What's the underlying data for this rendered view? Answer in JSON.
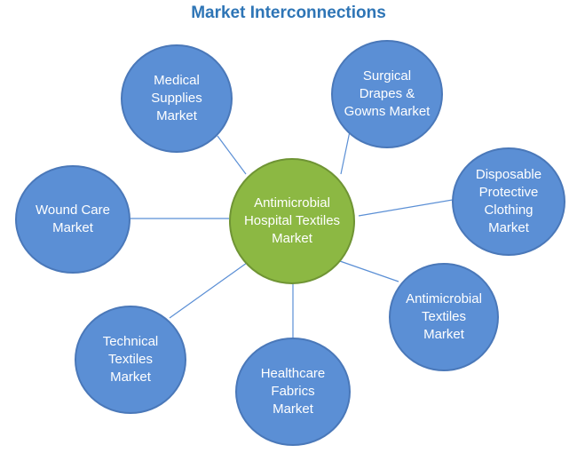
{
  "title": "Market Interconnections",
  "center": {
    "label": "Antimicrobial Hospital Textiles Market"
  },
  "nodes": [
    {
      "label": "Medical Supplies Market"
    },
    {
      "label": "Surgical Drapes & Gowns Market"
    },
    {
      "label": "Disposable Protective Clothing Market"
    },
    {
      "label": "Wound Care Market"
    },
    {
      "label": "Antimicrobial Textiles Market"
    },
    {
      "label": "Technical Textiles Market"
    },
    {
      "label": "Healthcare Fabrics Market"
    }
  ],
  "colors": {
    "title": "#2e75b6",
    "center_fill": "#8cb843",
    "node_fill": "#5b8fd5",
    "connector": "#5b8fd5"
  }
}
